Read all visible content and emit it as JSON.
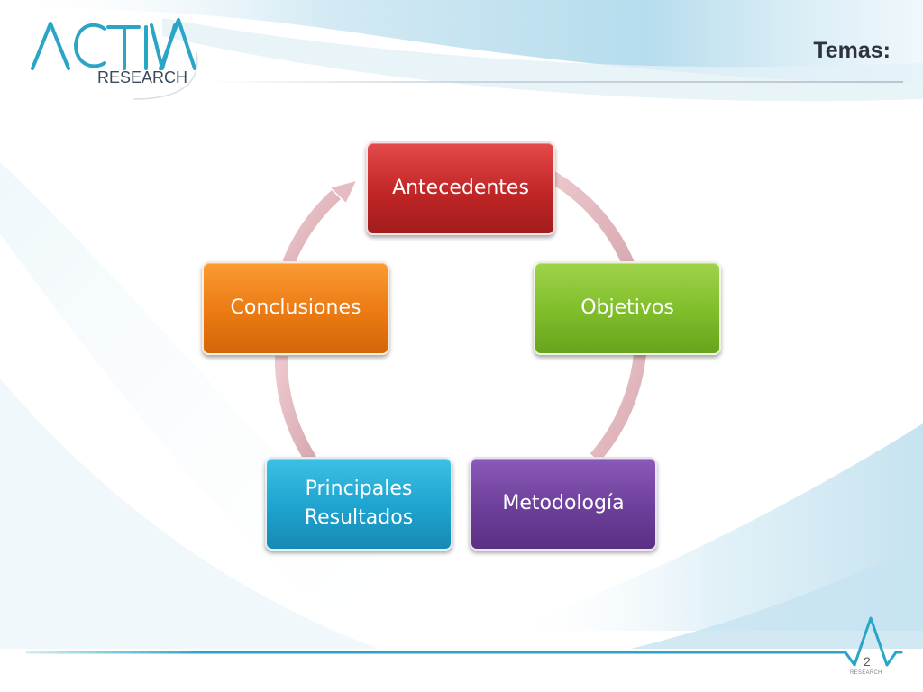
{
  "header": {
    "logo": {
      "wordmark": "ACTIVA",
      "subtext": "RESEARCH",
      "color": "#2aa5c6"
    },
    "title": "Temas:"
  },
  "diagram": {
    "type": "cycle",
    "nodes": [
      {
        "label": "Antecedentes",
        "color": "#c62b2b"
      },
      {
        "label": "Objetivos",
        "color": "#7fbf2b"
      },
      {
        "label": "Metodología",
        "color": "#6d409b"
      },
      {
        "label": "Principales Resultados",
        "label_line1": "Principales",
        "label_line2": "Resultados",
        "color": "#20a6d1"
      },
      {
        "label": "Conclusiones",
        "color": "#ec7b13"
      }
    ],
    "ring_color": "#e0b8bd"
  },
  "footer": {
    "page_number": "2",
    "logo_subtext": "RESEARCH",
    "line_color": "#2aa5c6"
  }
}
